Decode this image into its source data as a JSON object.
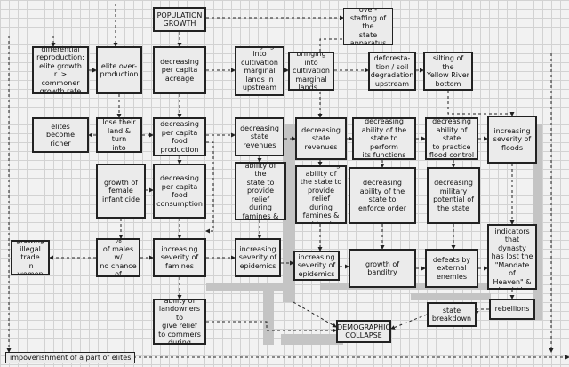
{
  "diagram": {
    "nodes": {
      "population_growth": "POPULATION\nGROWTH",
      "overstaffing": "over-\nstaffing of the\nstate\napparatus",
      "differential_reproduction": "differential\nreproduction:\nelite growth\nr. > commoner\ngrowth rate",
      "elite_overproduction": "elite over-\nproduction",
      "decreasing_acreage": "decreasing\nper capita\nacreage",
      "marginal_lands_upstream": "bringing into\ncultivation\nmarginal\nlands in\nupstream\nareas",
      "marginal_lands_2": "bringing into\ncultivation\nmarginal\nlands...",
      "deforestation": "deforestа-\ntion / soil\ndegradation\nupstream",
      "silting": "silting of the\nYellow River\nbottom",
      "elites_richer": "elites become\nricher",
      "peasants_lose_land": "peasants\nlose their\nland & turn\ninto tenants",
      "decreasing_food_production": "decreasing\nper capita\nfood\nproduction",
      "decreasing_revenues_1": "decreasing\nstate\nrevenues",
      "decreasing_revenues_2": "decreasing\nstate\nrevenues",
      "decreasing_ability_functions": "decreasing\nability of the\nstate to perform\nits functions",
      "decreasing_flood_control": "decreasing\nability of state\nto practice\nflood control",
      "increasing_floods": "increasing\nseverity of\nfloods",
      "female_infanticide": "growth of\nfemale\ninfanticide",
      "decreasing_food_consumption": "decreasing\nper capita\nfood\nconsumption",
      "decreasing_relief_1": "decreasing\nability of the\nstate to\nprovide relief\nduring\nfamines &\nepidemics",
      "decreasing_relief_2": "decreasing\nability of\nthe state to\nprovide relief\nduring\nfamines &\nepidemics",
      "decreasing_order": "decreasing\nability of the\nstate to\nenforce order",
      "decreasing_military": "decreasing\nmilitary\npotential of\nthe state",
      "illegal_trade_women": "growing\nillegal trade\nin women",
      "males_no_marriage": "growing %\nof males w/\nno chance\nof marriage",
      "increasing_famines": "increasing\nseverity of\nfamines",
      "increasing_epidemics_1": "increasing\nseverity of\nepidemics",
      "increasing_epidemics_2": "increasing\nseverity of\nepidemics",
      "growth_banditry": "growth of\nbanditry",
      "external_defeats": "defeats by\nexternal\nenemies",
      "mandate_heaven": "growing # of\nindicators\nthat dynasty\nhas lost the\n\"Mandate of\nHeaven\" &\nshould be\nreplaced",
      "landowners_relief": "decreasing\nability of\nlandowners to\ngive relief\nto commers\nduring famines",
      "state_breakdown": "state\nbreakdown",
      "rebellions": "rebellions",
      "demographic_collapse": "DEMOGRAPHIC\nCOLLAPSE",
      "impoverishment": "impoverishment of a part of elites"
    }
  }
}
